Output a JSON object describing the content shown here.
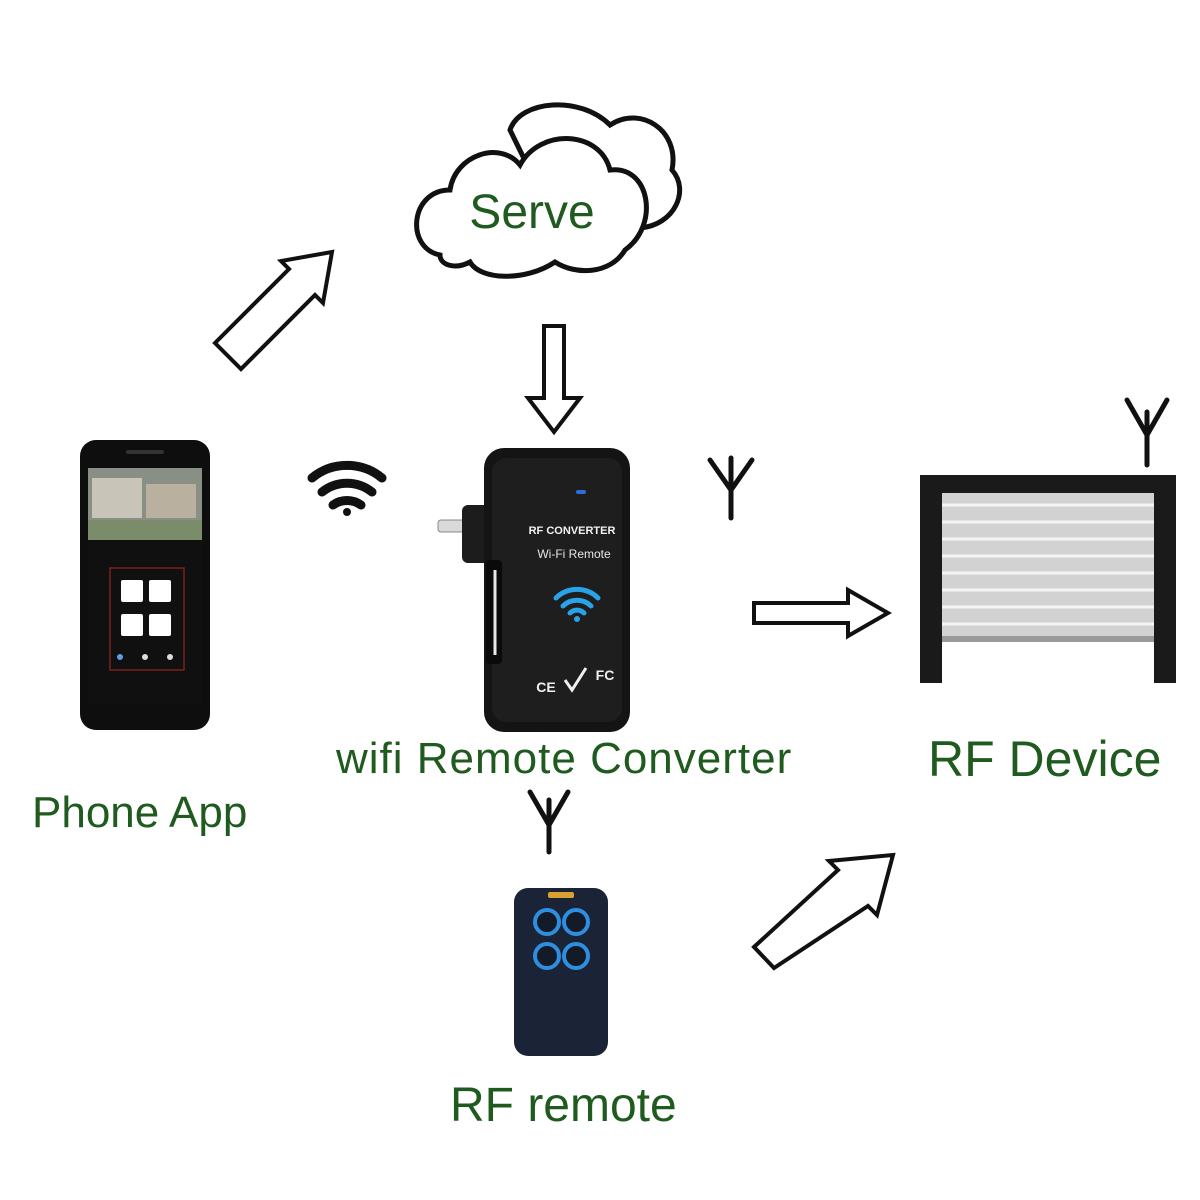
{
  "labels": {
    "cloud": "Serve",
    "phone": "Phone App",
    "converter": "wifi Remote Converter",
    "rf_device": "RF Device",
    "rf_remote": "RF remote"
  },
  "device_text": {
    "line1": "RF CONVERTER",
    "line2": "Wi-Fi  Remote",
    "cert_ce": "CE",
    "cert_fc": "FC"
  },
  "colors": {
    "label_green": "#1f5a1f",
    "wifi_blue": "#29a3e8",
    "device_black": "#141414",
    "remote_navy": "#1b2436",
    "remote_ring": "#2e8fe0",
    "shutter_slat": "#cfcfcf"
  }
}
